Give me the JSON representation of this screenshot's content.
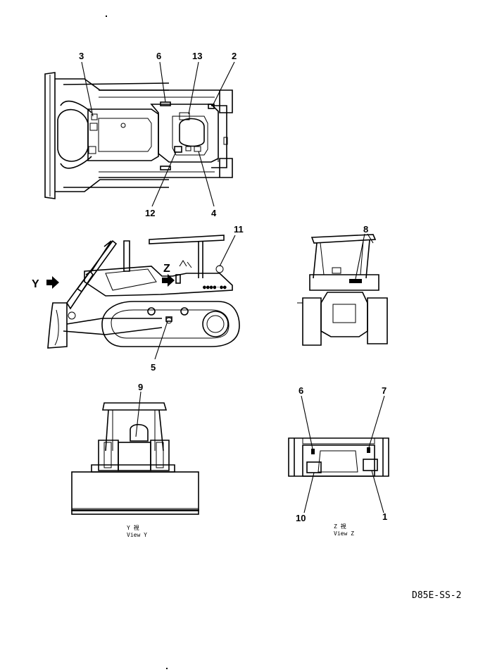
{
  "callouts": [
    "1",
    "2",
    "3",
    "4",
    "5",
    "6",
    "6",
    "7",
    "8",
    "9",
    "10",
    "11",
    "12",
    "13"
  ],
  "direction_markers": {
    "y": "Y",
    "z": "Z"
  },
  "view_y": {
    "kanji": "Y 視",
    "label": "View Y"
  },
  "view_z": {
    "kanji": "Z 視",
    "label": "View Z"
  },
  "drawing_code": "D85E-SS-2"
}
